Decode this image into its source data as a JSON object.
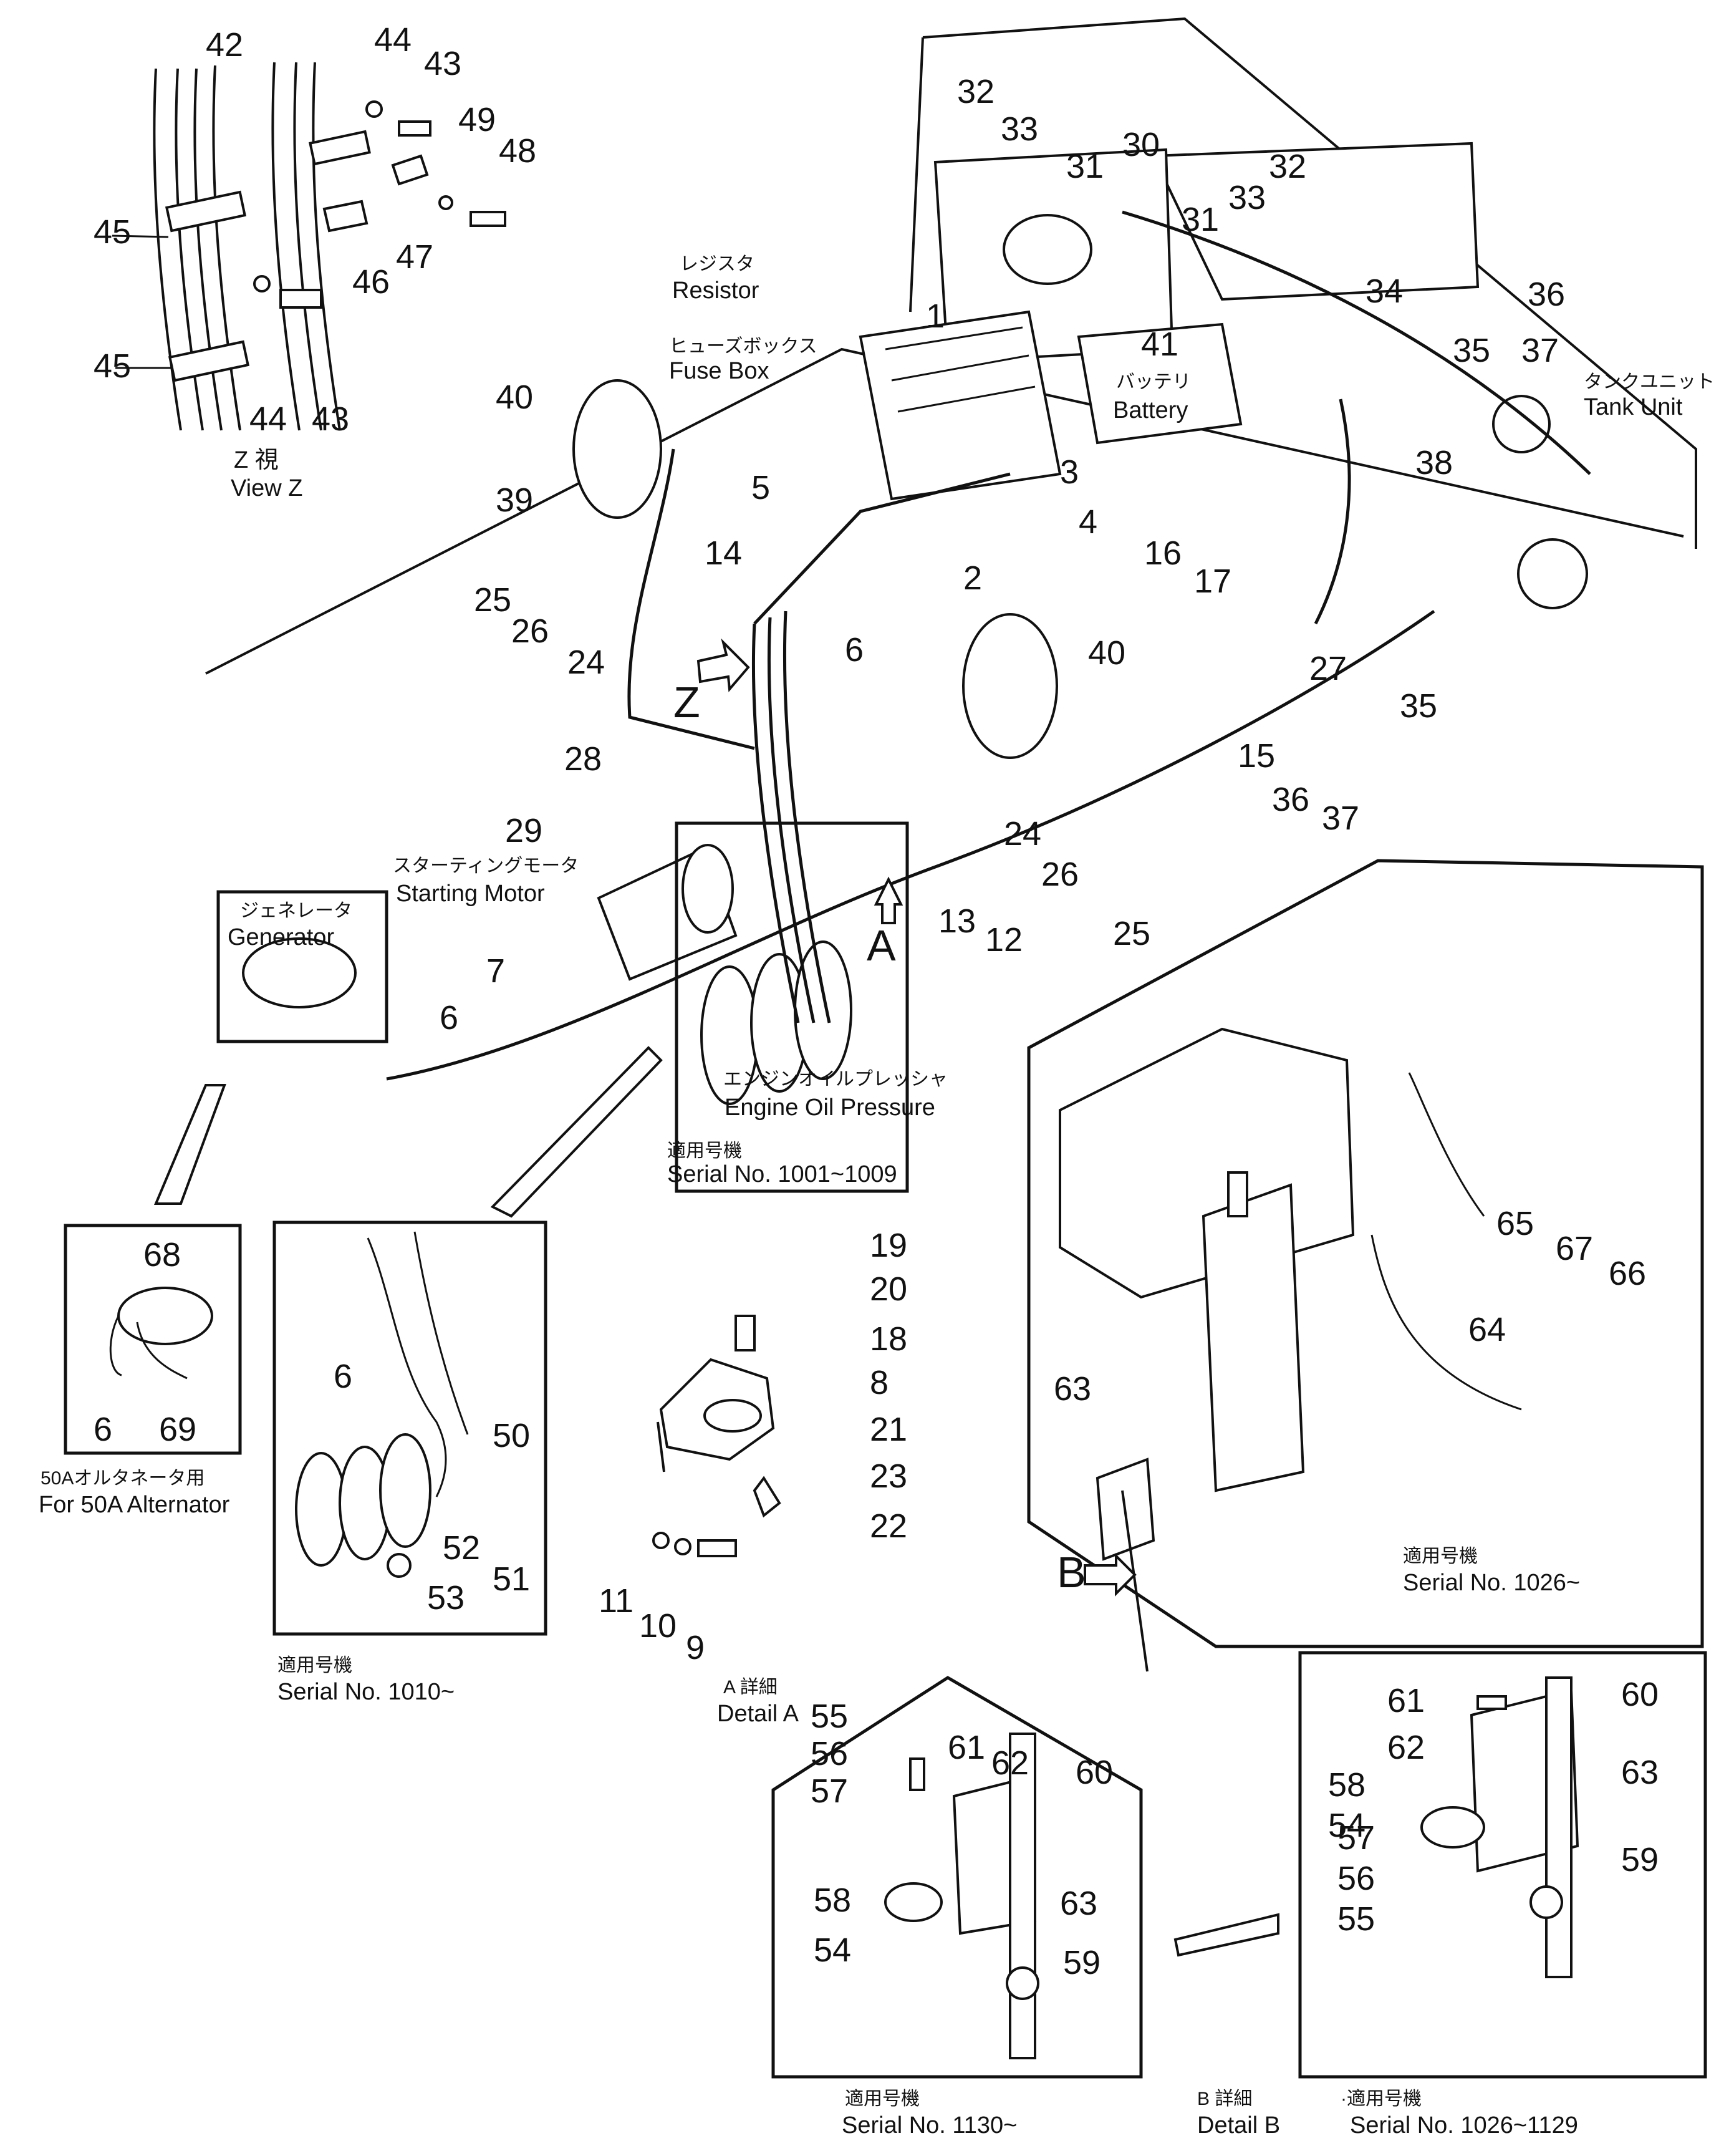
{
  "views": {
    "view_z": {
      "jp": "Z 視",
      "en": "View Z"
    },
    "resistor": {
      "jp": "レジスタ",
      "en": "Resistor"
    },
    "fuse_box": {
      "jp": "ヒューズボックス",
      "en": "Fuse Box"
    },
    "battery": {
      "jp": "バッテリ",
      "en": "Battery"
    },
    "tank_unit": {
      "jp": "タンクユニット",
      "en": "Tank Unit"
    },
    "starting_motor": {
      "jp": "スターティングモータ",
      "en": "Starting Motor"
    },
    "generator": {
      "jp": "ジェネレータ",
      "en": "Generator"
    },
    "engine_oil_pressure": {
      "jp": "エンジンオイルプレッシャ",
      "en": "Engine Oil Pressure"
    },
    "serial_1001": {
      "jp": "適用号機",
      "en": "Serial No. 1001~1009"
    },
    "alternator": {
      "jp": "50Aオルタネータ用",
      "en": "For 50A Alternator"
    },
    "serial_1010": {
      "jp": "適用号機",
      "en": "Serial No. 1010~"
    },
    "detail_a": {
      "jp": "A 詳細",
      "en": "Detail A"
    },
    "serial_1026": {
      "jp": "適用号機",
      "en": "Serial No. 1026~"
    },
    "serial_1130": {
      "jp": "適用号機",
      "en": "Serial No. 1130~"
    },
    "detail_b": {
      "jp": "B 詳細",
      "en": "Detail B"
    },
    "serial_1026_1129": {
      "jp": "·適用号機",
      "en": "Serial No. 1026~1129"
    }
  },
  "markers": {
    "z": "Z",
    "a": "A",
    "b": "B"
  },
  "callouts": [
    "42",
    "44",
    "43",
    "49",
    "48",
    "45",
    "47",
    "46",
    "45",
    "44",
    "43",
    "32",
    "33",
    "30",
    "31",
    "32",
    "33",
    "31",
    "36",
    "34",
    "41",
    "37",
    "35",
    "1",
    "38",
    "40",
    "39",
    "5",
    "3",
    "4",
    "14",
    "2",
    "25",
    "26",
    "24",
    "6",
    "16",
    "17",
    "40",
    "27",
    "35",
    "15",
    "36",
    "37",
    "28",
    "29",
    "24",
    "26",
    "25",
    "13",
    "12",
    "7",
    "6",
    "68",
    "6",
    "69",
    "6",
    "50",
    "52",
    "51",
    "53",
    "19",
    "20",
    "18",
    "8",
    "21",
    "23",
    "22",
    "11",
    "10",
    "9",
    "65",
    "67",
    "66",
    "64",
    "63",
    "61",
    "60",
    "62",
    "63",
    "58",
    "54",
    "59",
    "57",
    "56",
    "55",
    "55",
    "61",
    "62",
    "56",
    "60",
    "57",
    "58",
    "63",
    "54",
    "59"
  ]
}
